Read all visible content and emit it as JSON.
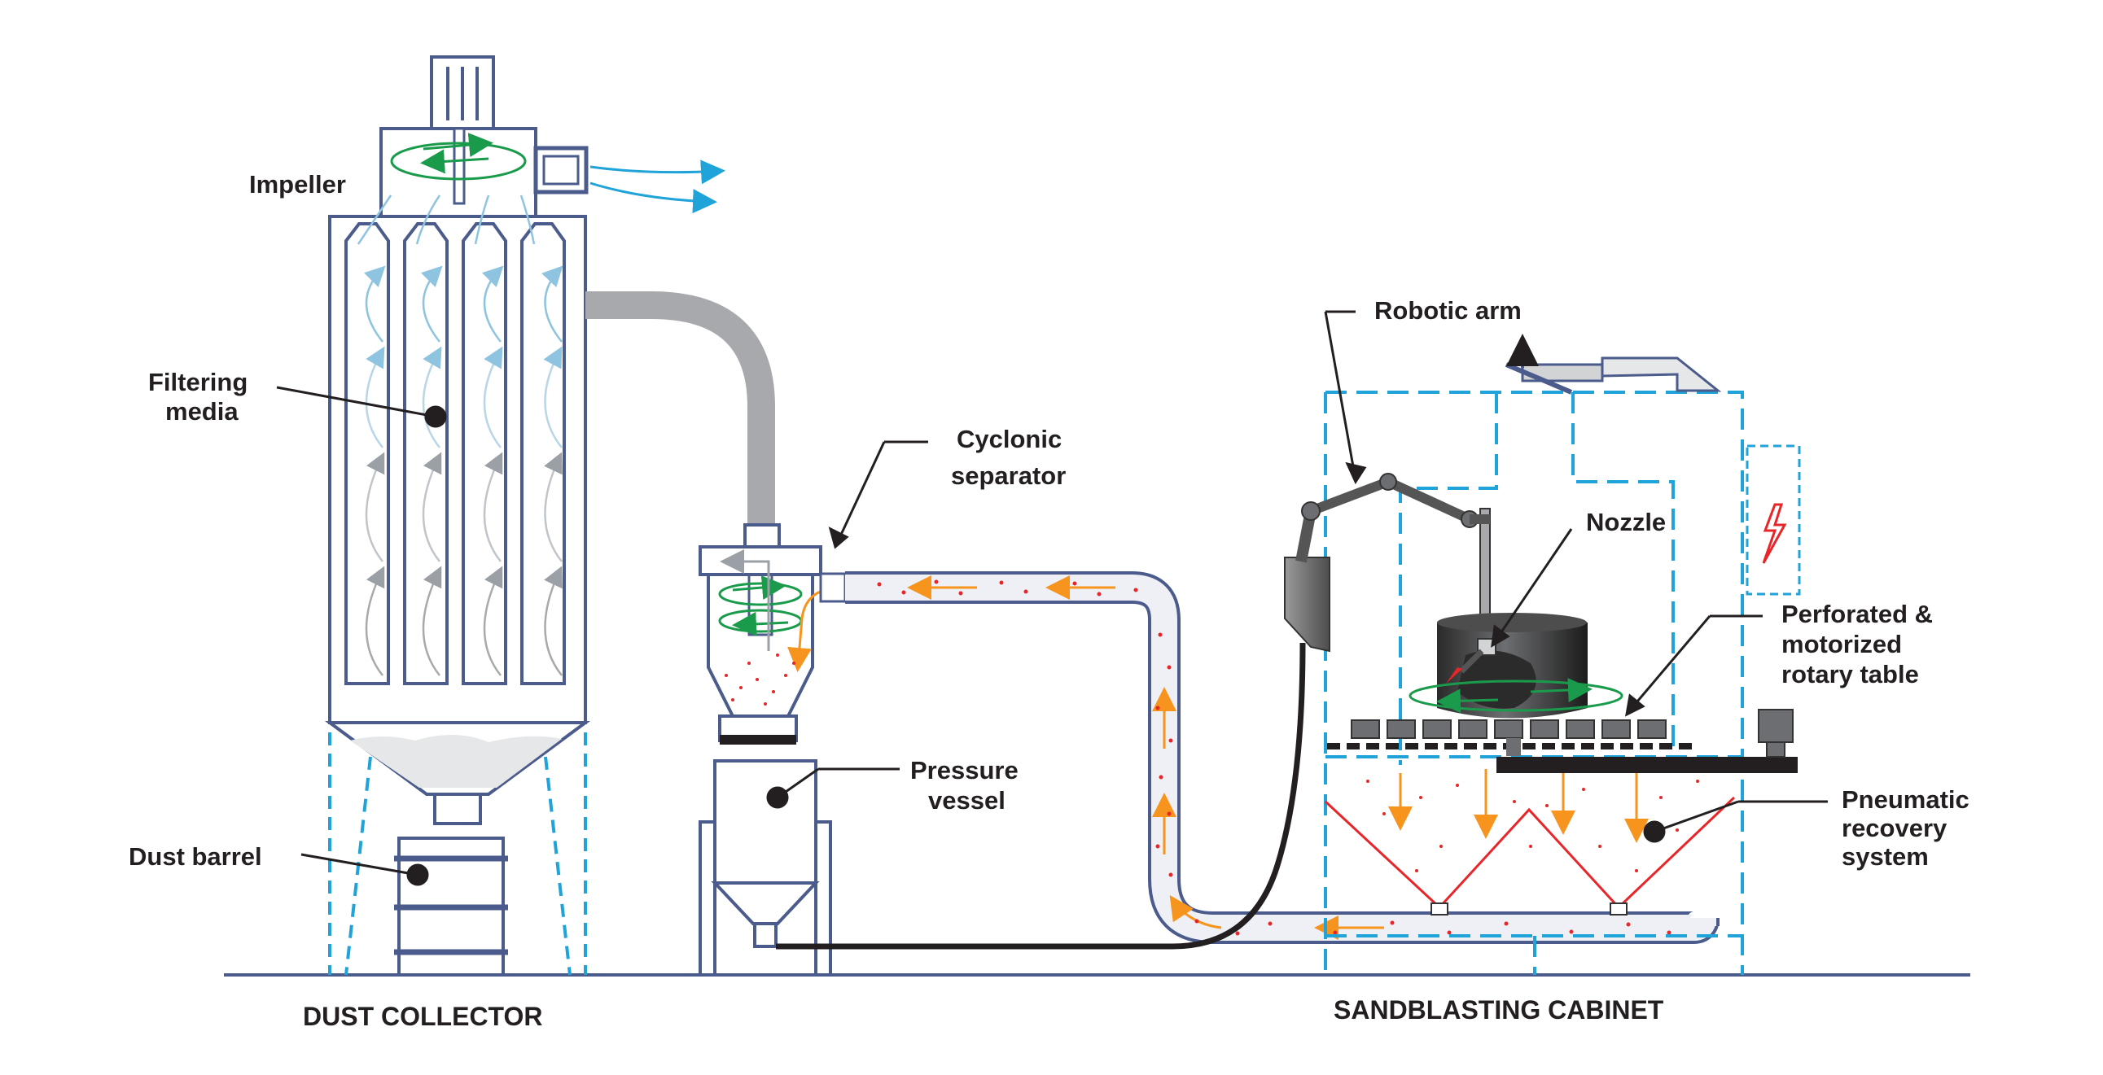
{
  "labels": {
    "impeller": "Impeller",
    "filtering_media_1": "Filtering",
    "filtering_media_2": "media",
    "dust_barrel": "Dust barrel",
    "cyclonic_separator_1": "Cyclonic",
    "cyclonic_separator_2": "separator",
    "pressure_vessel_1": "Pressure",
    "pressure_vessel_2": "vessel",
    "robotic_arm": "Robotic arm",
    "nozzle": "Nozzle",
    "rotary_table_1": "Perforated &",
    "rotary_table_2": "motorized",
    "rotary_table_3": "rotary table",
    "pneumatic_1": "Pneumatic",
    "pneumatic_2": "recovery",
    "pneumatic_3": "system"
  },
  "sections": {
    "dust_collector": "DUST COLLECTOR",
    "sandblasting_cabinet": "SANDBLASTING CABINET"
  },
  "colors": {
    "outline": "#4a5b8c",
    "dashed_blue": "#1fa3d9",
    "hose_gray": "#a7a9ac",
    "abrasive_red": "#e8262a",
    "flow_orange": "#f7941d",
    "rotation_green": "#1a9b4b",
    "air_blue": "#1fa3d9",
    "text": "#231f20"
  }
}
